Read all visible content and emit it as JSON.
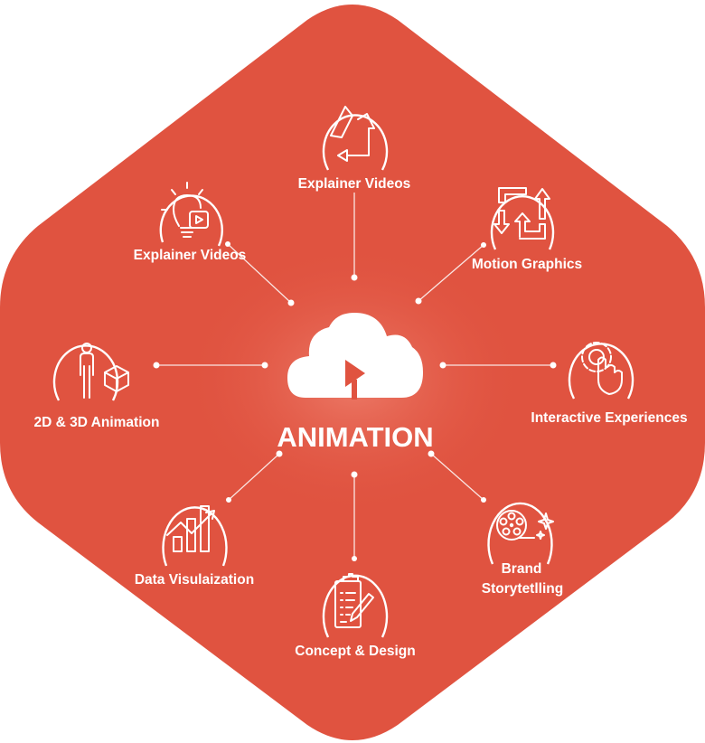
{
  "colors": {
    "background": "#e05340",
    "foreground": "#ffffff"
  },
  "center": {
    "title": "ANIMATION",
    "icon": "cloud-play-icon"
  },
  "nodes": [
    {
      "label": "Explainer Videos",
      "icon": "recycle-arrows-icon"
    },
    {
      "label": "Explainer Videos",
      "icon": "lightbulb-video-icon"
    },
    {
      "label": "Motion Graphics",
      "icon": "motion-arrows-icon"
    },
    {
      "label": "2D & 3D Animation",
      "icon": "person-cube-icon"
    },
    {
      "label": "Interactive Experiences",
      "icon": "gear-hand-icon"
    },
    {
      "label": "Data Visulaization",
      "icon": "bar-chart-arrow-icon"
    },
    {
      "label": "Concept & Design",
      "icon": "clipboard-pencil-icon"
    },
    {
      "label_line1": "Brand",
      "label_line2": "Storytetlling",
      "icon": "film-reel-icon"
    }
  ]
}
